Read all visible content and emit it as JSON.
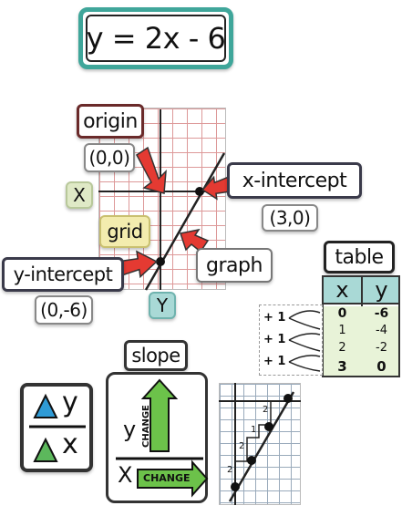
{
  "equation": "y = 2x - 6",
  "labels": {
    "origin": "origin",
    "origin_point": "(0,0)",
    "x_axis": "X",
    "x_intercept": "x-intercept",
    "x_intercept_point": "(3,0)",
    "grid": "grid",
    "graph": "graph",
    "y_intercept": "y-intercept",
    "y_intercept_point": "(0,-6)",
    "y_axis": "Y",
    "slope": "slope",
    "delta_y": "y",
    "delta_x": "x",
    "slope_y": "y",
    "slope_x": "X",
    "change_vertical": "CHANGE",
    "change_horizontal": "CHANGE"
  },
  "table": {
    "title": "table",
    "headers": [
      "x",
      "y"
    ],
    "rows": [
      {
        "x": "0",
        "y": "-6"
      },
      {
        "x": "1",
        "y": "-4"
      },
      {
        "x": "2",
        "y": "-2"
      },
      {
        "x": "3",
        "y": "0"
      }
    ],
    "steps": [
      "+ 1",
      "+ 1",
      "+ 1"
    ]
  },
  "slope_graph_ticks": [
    "2",
    "2",
    "1",
    "2"
  ],
  "colors": {
    "teal": "#3fa69a",
    "maroon": "#6a2a2a",
    "green_card": "#dfe9c6",
    "yellow_card": "#f3ecae",
    "red_arrow": "#e43a32",
    "table_teal": "#a9d9d6",
    "triangle_blue": "#2f9bd6",
    "triangle_green": "#5cb85c",
    "change_green": "#6cc24a"
  }
}
